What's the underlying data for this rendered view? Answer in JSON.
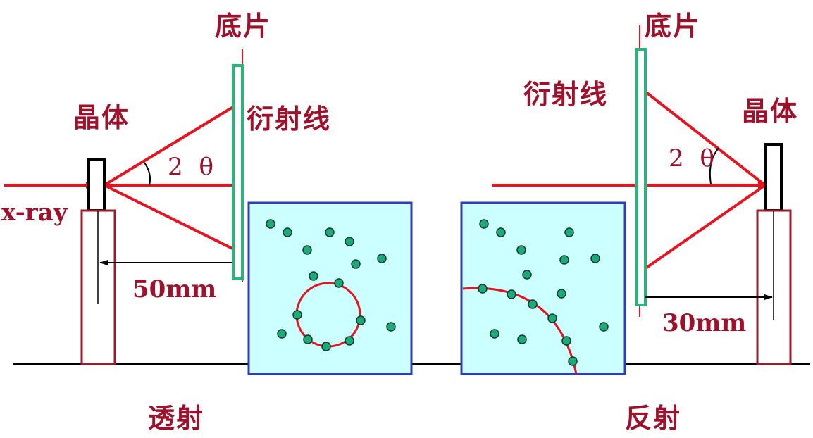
{
  "left": {
    "film_label": "底片",
    "crystal_label": "晶体",
    "diffraction_label": "衍射线",
    "angle_label": "2 θ",
    "xray_label": "x-ray",
    "distance_label": "50mm",
    "mode_label": "透射"
  },
  "right": {
    "film_label": "底片",
    "crystal_label": "晶体",
    "diffraction_label": "衍射线",
    "angle_label": "2 θ",
    "distance_label": "30mm",
    "mode_label": "反射"
  },
  "colors": {
    "beam": "#e8131f",
    "film": "#27b57c",
    "crystal_holder": "#9a1b2a",
    "label": "#a0102a",
    "panel_fill": "#ccffff",
    "panel_border": "#2e3dbf",
    "dot": "#1bab7a",
    "ring": "#e8131f"
  },
  "icons": [
    "crystal-icon",
    "film-icon",
    "xray-beam-icon",
    "diffraction-ring-icon"
  ]
}
